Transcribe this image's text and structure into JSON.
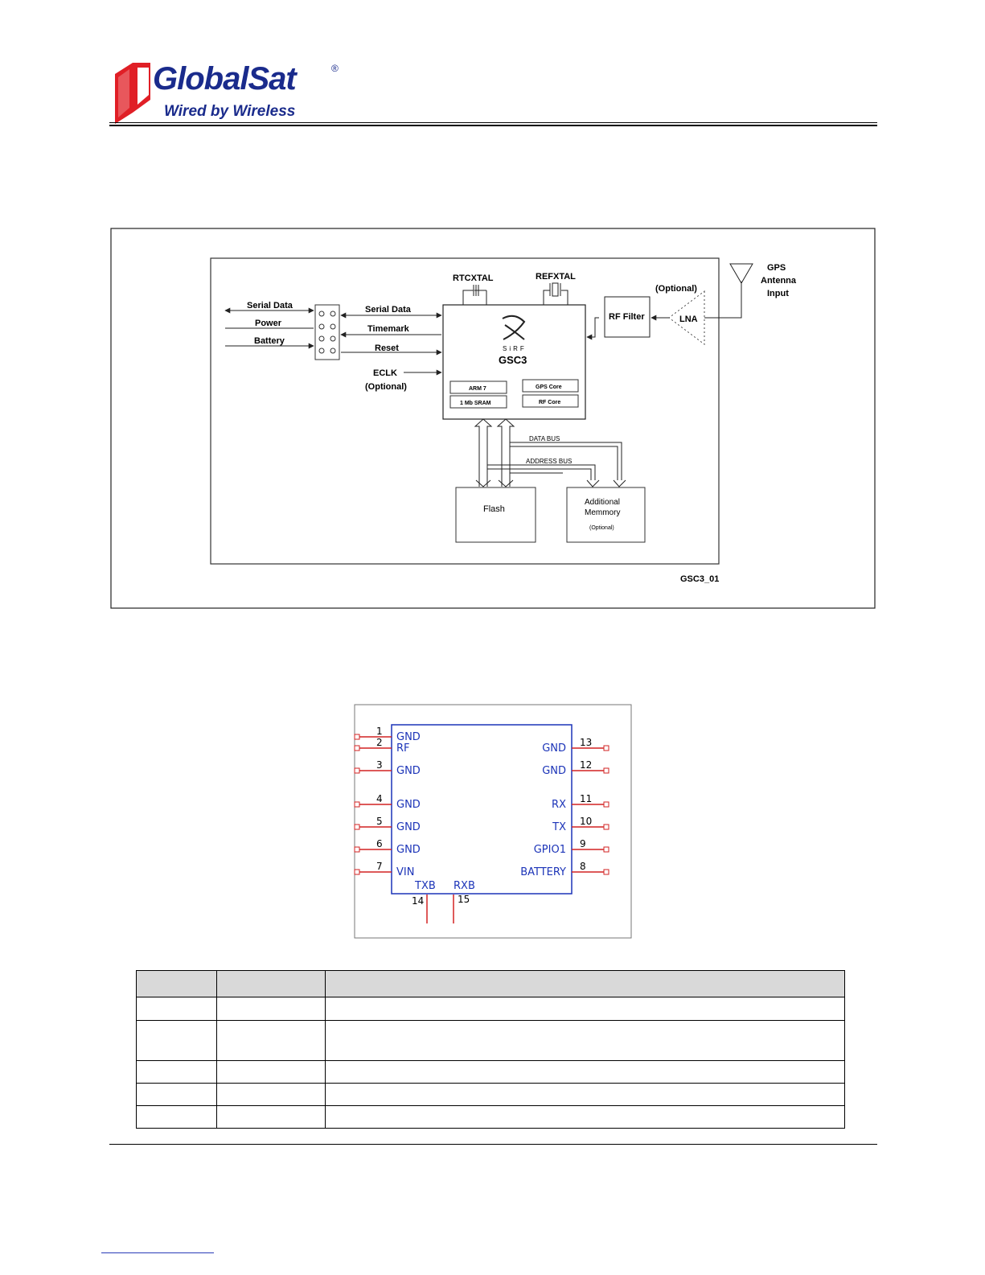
{
  "header": {
    "logo": {
      "brand": "GlobalSat",
      "tagline": "Wired by Wireless",
      "registered_mark": "®",
      "icon": "globalsat-n-logo-icon"
    }
  },
  "block_diagram": {
    "left_signals": [
      "Serial Data",
      "Power",
      "Battery"
    ],
    "chip_signals": [
      "Serial Data",
      "Timemark",
      "Reset"
    ],
    "eclk": "ECLK",
    "eclk_note": "(Optional)",
    "rtcxtal": "RTCXTAL",
    "refxtal": "REFXTAL",
    "sirf": "SiRF",
    "chip_name": "GSC3",
    "arm7": "ARM 7",
    "sram": "1 Mb SRAM",
    "gps_core": "GPS Core",
    "rf_core": "RF Core",
    "rf_filter": "RF Filter",
    "lna": "LNA",
    "lna_note": "(Optional)",
    "antenna": [
      "GPS",
      "Antenna",
      "Input"
    ],
    "data_bus": "DATA BUS",
    "address_bus": "ADDRESS BUS",
    "flash": "Flash",
    "additional_memory": [
      "Additional",
      "Memmory"
    ],
    "additional_memory_note": "(Optional)",
    "figure_code": "GSC3_01"
  },
  "pinout": {
    "left_pins": [
      {
        "num": "1",
        "name": "GND"
      },
      {
        "num": "2",
        "name": "RF"
      },
      {
        "num": "3",
        "name": "GND"
      },
      {
        "num": "4",
        "name": "GND"
      },
      {
        "num": "5",
        "name": "GND"
      },
      {
        "num": "6",
        "name": "GND"
      },
      {
        "num": "7",
        "name": "VIN"
      }
    ],
    "right_pins": [
      {
        "num": "13",
        "name": "GND"
      },
      {
        "num": "12",
        "name": "GND"
      },
      {
        "num": "11",
        "name": "RX"
      },
      {
        "num": "10",
        "name": "TX"
      },
      {
        "num": "9",
        "name": "GPIO1"
      },
      {
        "num": "8",
        "name": "BATTERY"
      }
    ],
    "bottom_pins": [
      {
        "num": "14",
        "name": "TXB"
      },
      {
        "num": "15",
        "name": "RXB"
      }
    ],
    "colors": {
      "label": "#1c34b8",
      "pin_line": "#d22222",
      "outline": "#1c34b8"
    }
  }
}
